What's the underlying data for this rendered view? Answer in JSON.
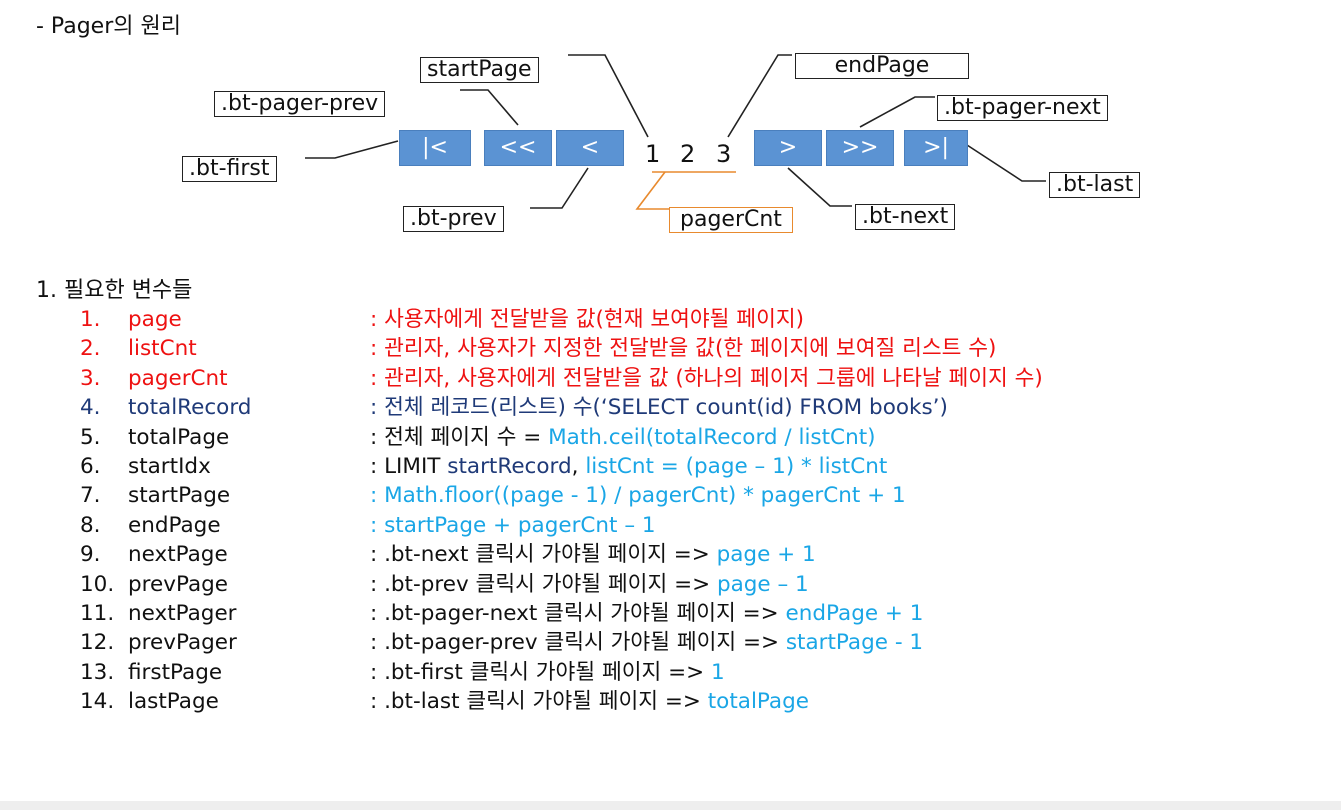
{
  "heading": "- Pager의 원리",
  "diagram": {
    "labels": {
      "start_page": "startPage",
      "end_page": "endPage",
      "bt_pager_prev": ".bt-pager-prev",
      "bt_pager_next": ".bt-pager-next",
      "bt_first": ".bt-first",
      "bt_last": ".bt-last",
      "bt_prev": ".bt-prev",
      "bt_next": ".bt-next",
      "pager_cnt": "pagerCnt"
    },
    "buttons": {
      "first": "|<",
      "pager_prev": "<<",
      "prev": "<",
      "next": ">",
      "pager_next": ">>",
      "last": ">|"
    },
    "pages": [
      "1",
      "2",
      "3"
    ]
  },
  "section_title": "1.  필요한 변수들",
  "variables": [
    {
      "num": "1.",
      "name": "page",
      "desc": [
        {
          "t": ": 사용자에게 전달받을 값(현재 보여야될 페이지)",
          "c": "red"
        }
      ],
      "color": "red"
    },
    {
      "num": "2.",
      "name": "listCnt",
      "desc": [
        {
          "t": ": 관리자, 사용자가 지정한 전달받을 값(한 페이지에 보여질 리스트 수)",
          "c": "red"
        }
      ],
      "color": "red"
    },
    {
      "num": "3.",
      "name": "pagerCnt",
      "desc": [
        {
          "t": ": 관리자, 사용자에게 전달받을 값 (하나의 페이저 그룹에 나타날 페이지 수)",
          "c": "red"
        }
      ],
      "color": "red"
    },
    {
      "num": "4.",
      "name": "totalRecord",
      "desc": [
        {
          "t": ": 전체 레코드(리스트) 수(‘SELECT count(id) FROM books’)",
          "c": "navy"
        }
      ],
      "color": "navy"
    },
    {
      "num": "5.",
      "name": "totalPage",
      "desc": [
        {
          "t": ": 전체 페이지 수 = ",
          "c": ""
        },
        {
          "t": "Math.ceil(totalRecord / listCnt)",
          "c": "cyan"
        }
      ],
      "color": ""
    },
    {
      "num": "6.",
      "name": "startIdx",
      "desc": [
        {
          "t": ": LIMIT ",
          "c": ""
        },
        {
          "t": "startRecord",
          "c": "navy"
        },
        {
          "t": ", ",
          "c": ""
        },
        {
          "t": "listCnt = (page – 1) * listCnt",
          "c": "cyan"
        }
      ],
      "color": ""
    },
    {
      "num": "7.",
      "name": "startPage",
      "desc": [
        {
          "t": ": Math.floor((page - 1) / pagerCnt) * pagerCnt + 1",
          "c": "cyan"
        }
      ],
      "color": ""
    },
    {
      "num": "8.",
      "name": "endPage",
      "desc": [
        {
          "t": ": startPage + pagerCnt – 1",
          "c": "cyan"
        }
      ],
      "color": ""
    },
    {
      "num": "9.",
      "name": "nextPage",
      "desc": [
        {
          "t": ": .bt-next 클릭시 가야될 페이지 => ",
          "c": ""
        },
        {
          "t": "page + 1",
          "c": "cyan"
        }
      ],
      "color": ""
    },
    {
      "num": "10.",
      "name": "prevPage",
      "desc": [
        {
          "t": ": .bt-prev 클릭시 가야될 페이지 => ",
          "c": ""
        },
        {
          "t": "page – 1",
          "c": "cyan"
        }
      ],
      "color": ""
    },
    {
      "num": "11.",
      "name": "nextPager",
      "desc": [
        {
          "t": ": .bt-pager-next 클릭시 가야될 페이지 => ",
          "c": ""
        },
        {
          "t": "endPage + 1",
          "c": "cyan"
        }
      ],
      "color": ""
    },
    {
      "num": "12.",
      "name": "prevPager",
      "desc": [
        {
          "t": ": .bt-pager-prev 클릭시 가야될 페이지 => ",
          "c": ""
        },
        {
          "t": "startPage - 1",
          "c": "cyan"
        }
      ],
      "color": ""
    },
    {
      "num": "13.",
      "name": "firstPage",
      "desc": [
        {
          "t": ": .bt-first 클릭시 가야될 페이지 => ",
          "c": ""
        },
        {
          "t": "1",
          "c": "cyan"
        }
      ],
      "color": ""
    },
    {
      "num": "14.",
      "name": "lastPage",
      "desc": [
        {
          "t": ": .bt-last 클릭시 가야될 페이지 => ",
          "c": ""
        },
        {
          "t": "totalPage",
          "c": "cyan"
        }
      ],
      "color": ""
    }
  ],
  "colors": {
    "button": "#5b93d3",
    "red": "#ee1111",
    "navy": "#1f3a78",
    "cyan": "#1aa6e6",
    "orange": "#e88a2e"
  }
}
